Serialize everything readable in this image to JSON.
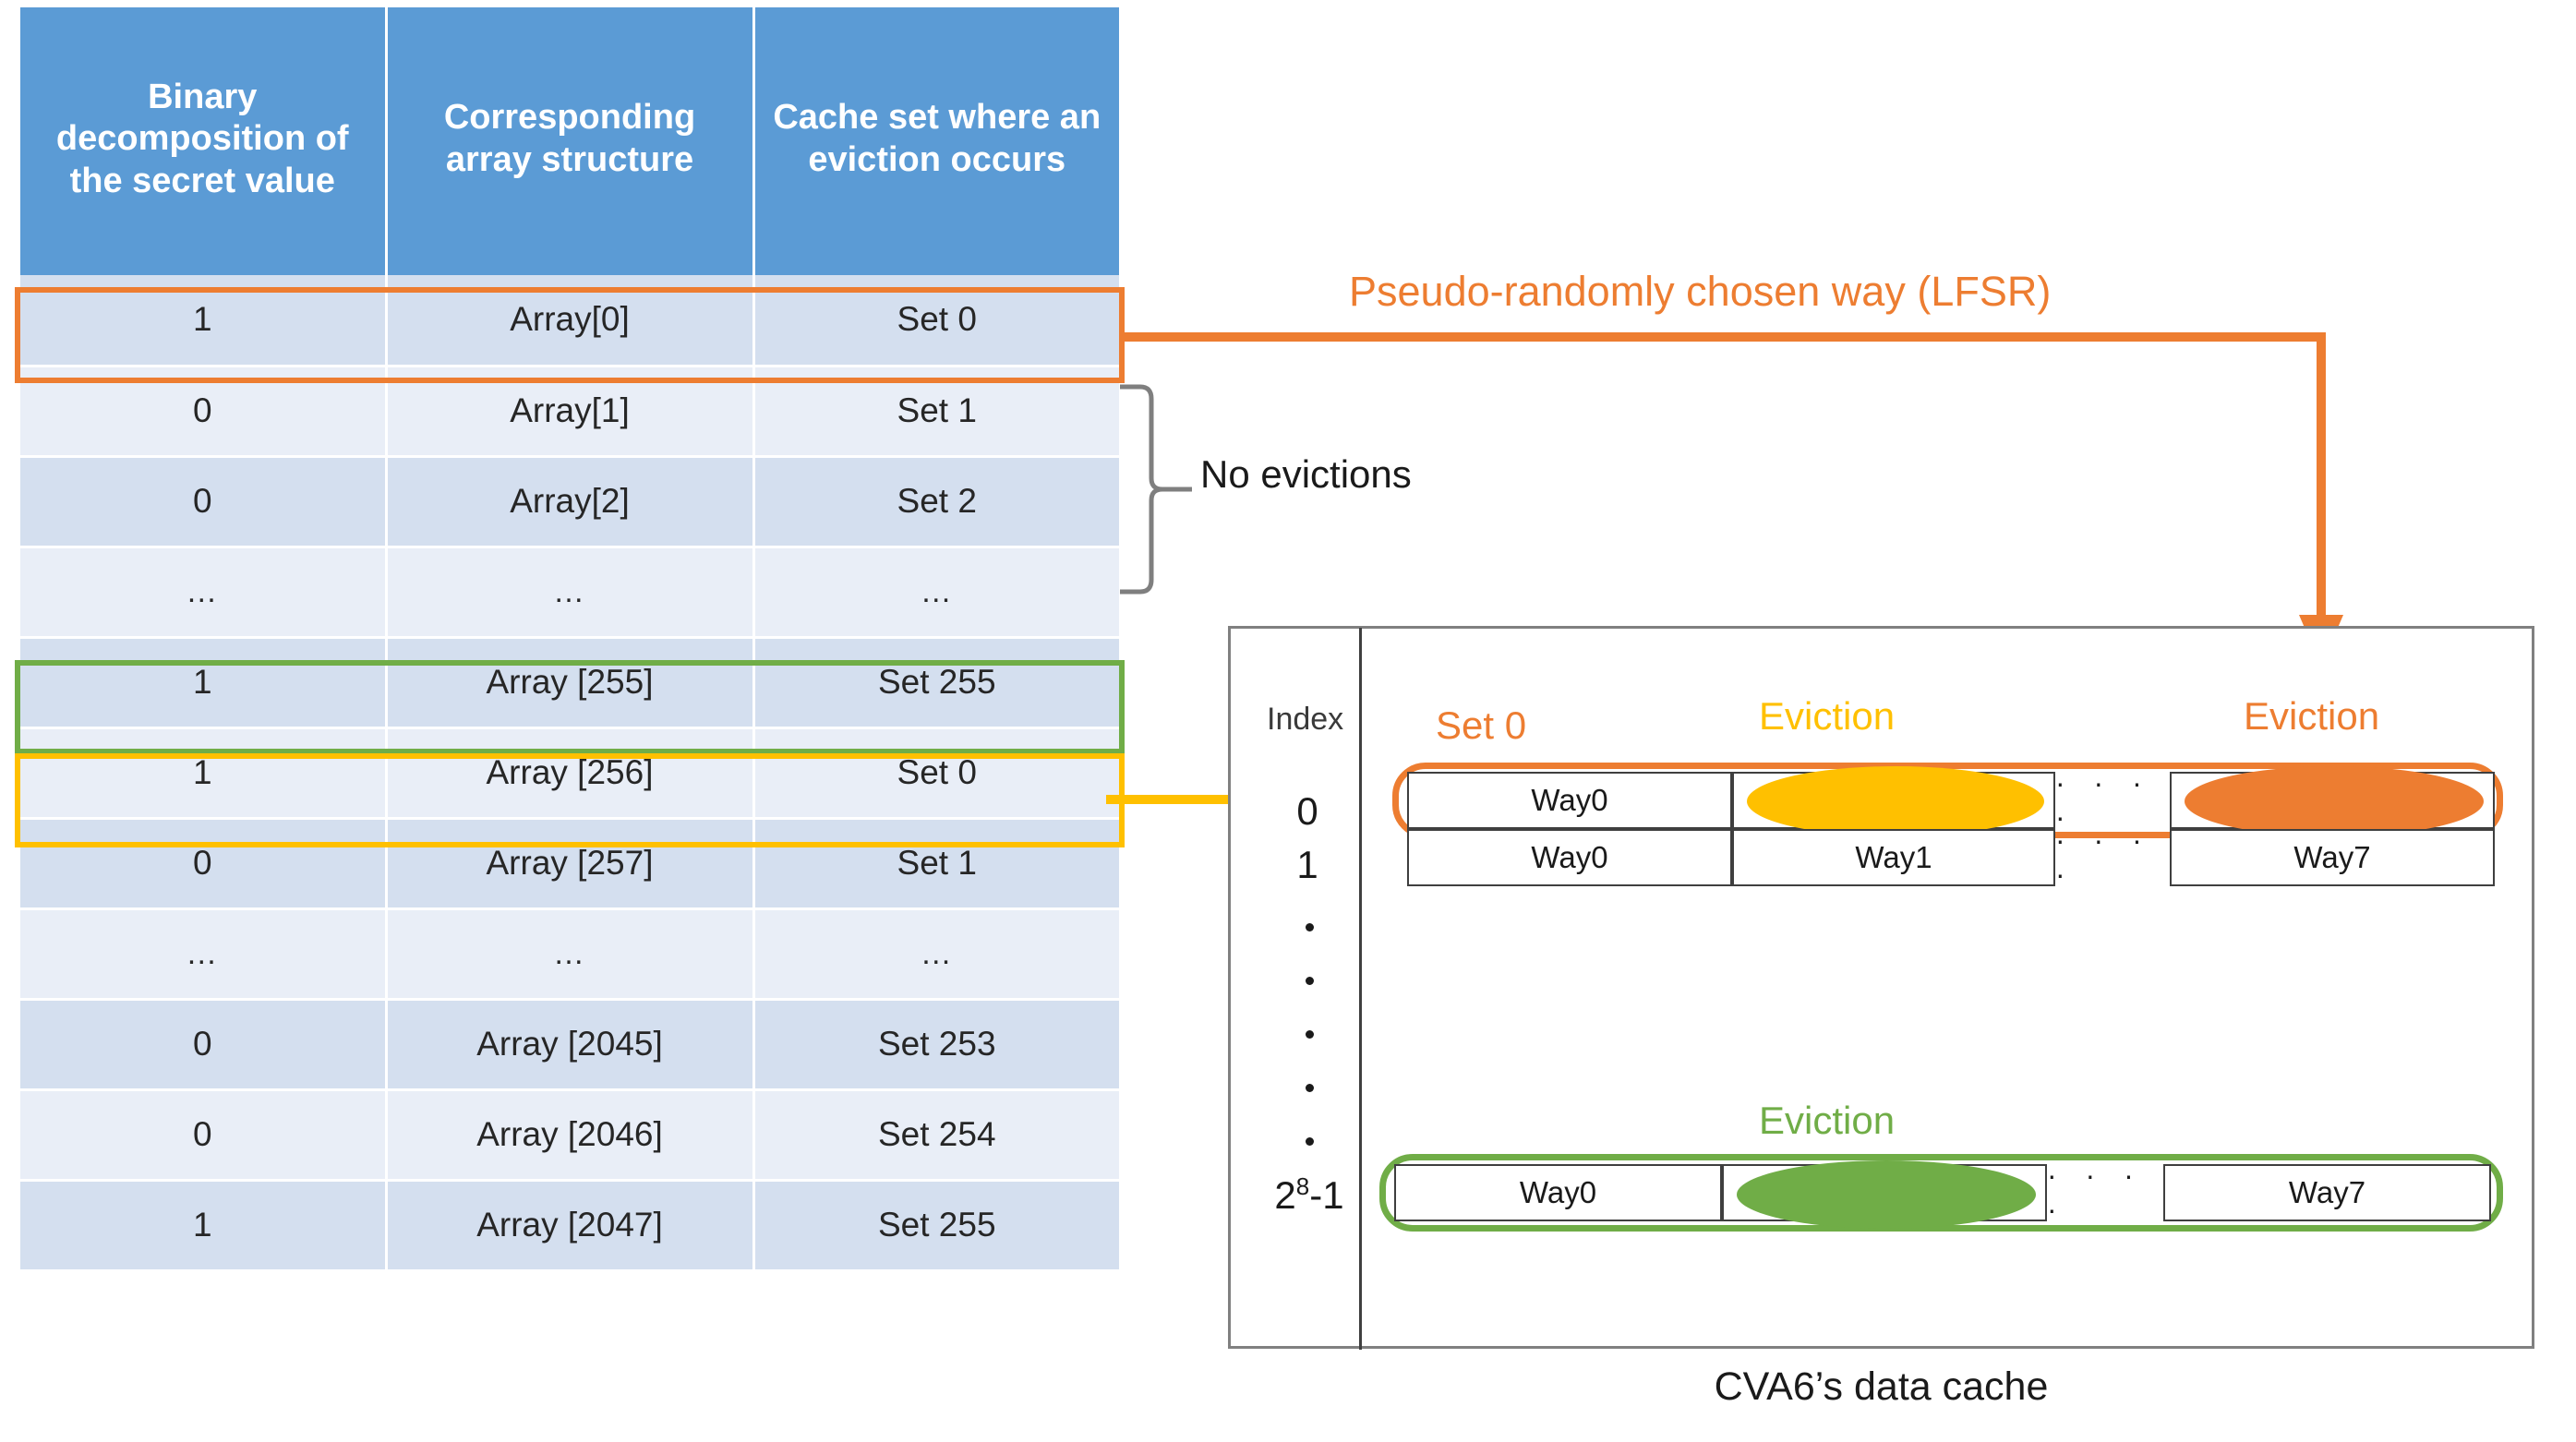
{
  "table": {
    "headers": [
      "Binary decomposition of the secret value",
      "Corresponding array structure",
      "Cache set where an eviction occurs"
    ],
    "rows": [
      {
        "bit": "1",
        "array": "Array[0]",
        "set": "Set 0"
      },
      {
        "bit": "0",
        "array": "Array[1]",
        "set": "Set 1"
      },
      {
        "bit": "0",
        "array": "Array[2]",
        "set": "Set 2"
      },
      {
        "bit": "…",
        "array": "…",
        "set": "…"
      },
      {
        "bit": "1",
        "array": "Array [255]",
        "set": "Set 255"
      },
      {
        "bit": "1",
        "array": "Array [256]",
        "set": "Set 0"
      },
      {
        "bit": "0",
        "array": "Array [257]",
        "set": "Set 1"
      },
      {
        "bit": "…",
        "array": "…",
        "set": "…"
      },
      {
        "bit": "0",
        "array": "Array [2045]",
        "set": "Set 253"
      },
      {
        "bit": "0",
        "array": "Array [2046]",
        "set": "Set 254"
      },
      {
        "bit": "1",
        "array": "Array [2047]",
        "set": "Set 255"
      }
    ]
  },
  "annotations": {
    "no_evictions": "No evictions",
    "lfsr": "Pseudo-randomly chosen way (LFSR)"
  },
  "cache": {
    "caption": "CVA6’s data cache",
    "index_label": "Index",
    "index_values": [
      "0",
      "1"
    ],
    "index_last_base": "2",
    "index_last_exp": "8",
    "index_last_suffix": "-1",
    "tag_set0": "Set 0",
    "tag_eviction_yellow": "Eviction",
    "tag_eviction_orange": "Eviction",
    "tag_eviction_green": "Eviction",
    "row0": [
      "Way0",
      "",
      "· · · ·",
      ""
    ],
    "row1": [
      "Way0",
      "Way1",
      "· · · ·",
      "Way7"
    ],
    "rowlast": [
      "Way0",
      "",
      "· · · ·",
      "Way7"
    ]
  },
  "colors": {
    "header_blue": "#5b9bd5",
    "band_a": "#d4dfef",
    "band_b": "#e9eef7",
    "orange": "#ed7d31",
    "yellow": "#ffc000",
    "green": "#70ad47",
    "gray": "#808080"
  }
}
